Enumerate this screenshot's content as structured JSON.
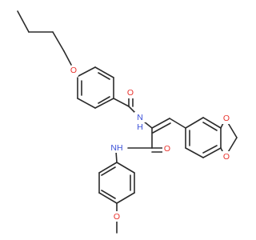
{
  "colors": {
    "bond": "#2b2b2b",
    "oxygen": "#e8312b",
    "nitrogen": "#3a50d8"
  },
  "atoms": {
    "o_butoxy": "O",
    "o_amide1": "O",
    "nh_amide1": "N­H",
    "o_dioxole_top": "O",
    "o_dioxole_bottom": "O",
    "o_amide2": "O",
    "nh_amide2": "NH",
    "o_methoxy": "O"
  }
}
